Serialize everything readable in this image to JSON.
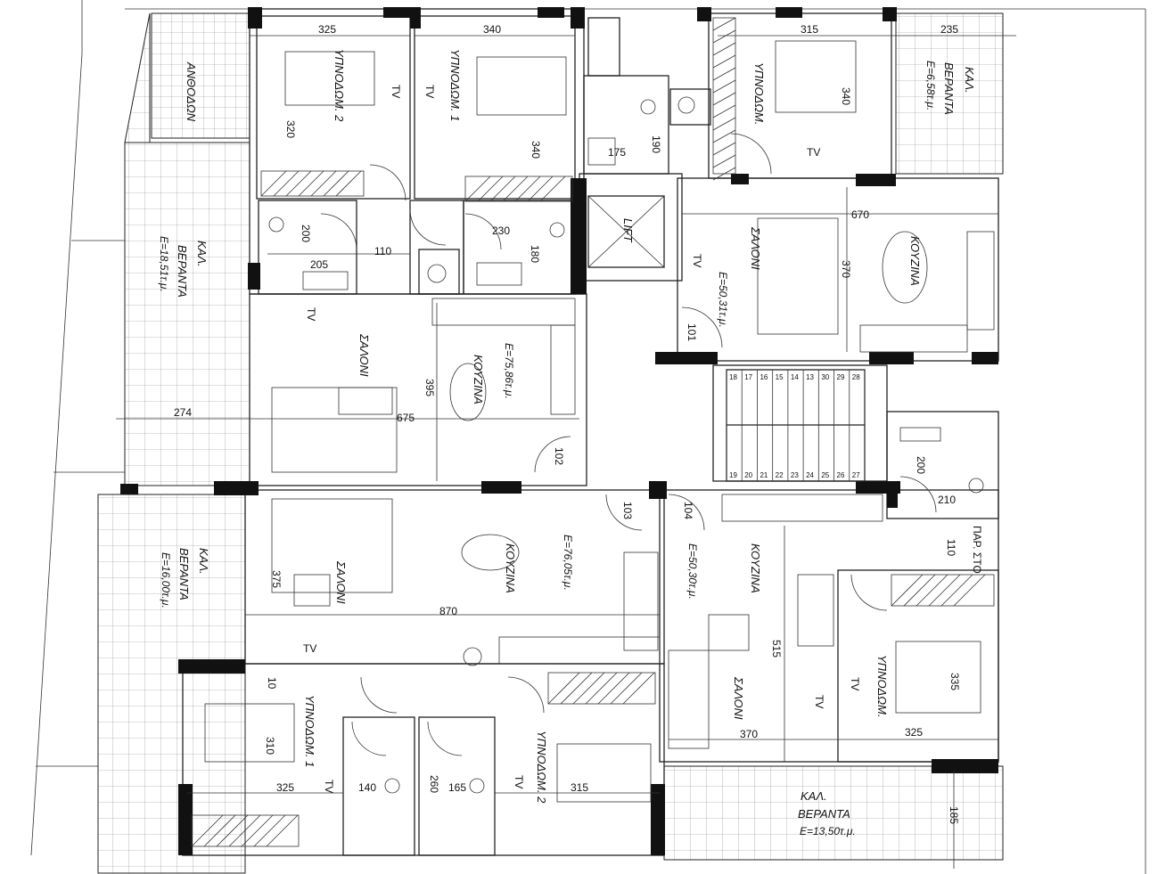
{
  "labels": {
    "planter": "ΑΝΘΟΔΩΝ",
    "veranda_nw_title": "ΚΑΛ.",
    "veranda_nw_name": "ΒΕΡΑΝΤΑ",
    "veranda_nw_area": "Ε=18,51τ.μ.",
    "veranda_ne_title": "ΚΑΛ.",
    "veranda_ne_name": "ΒΕΡΑΝΤΑ",
    "veranda_ne_area": "Ε=6,58τ.μ.",
    "veranda_sw_title": "ΚΑΛ.",
    "veranda_sw_name": "ΒΕΡΑΝΤΑ",
    "veranda_sw_area": "Ε=16,00τ.μ.",
    "veranda_se_title": "ΚΑΛ.",
    "veranda_se_name": "ΒΕΡΑΝΤΑ",
    "veranda_se_area": "Ε=13,50τ.μ.",
    "bed2_a": "ΥΠΝΟΔΩΜ. 2",
    "bed1_a": "ΥΠΝΟΔΩΜ. 1",
    "bed_ne": "ΥΠΝΟΔΩΜ.",
    "bed1_sw": "ΥΠΝΟΔΩΜ. 1",
    "bed2_sw": "ΥΠΝΟΔΩΜ. 2",
    "bed_se": "ΥΠΝΟΔΩΜ.",
    "saloni_a": "ΣΑΛΟΝΙ",
    "kitchen_a": "ΚΟΥΖΙΝΑ",
    "area_a": "Ε=75,86τ.μ.",
    "saloni_b": "ΣΑΛΟΝΙ",
    "kitchen_b": "ΚΟΥΖΙΝΑ",
    "area_b": "Ε=50,31τ.μ.",
    "saloni_c": "ΣΑΛΟΝΙ",
    "kitchen_c": "ΚΟΥΖΙΝΑ",
    "area_c": "Ε=76,05τ.μ.",
    "saloni_d": "ΣΑΛΟΝΙ",
    "kitchen_d": "ΚΟΥΖΙΝΑ",
    "area_d": "Ε=50,30τ.μ.",
    "lift": "LIFT",
    "tv": "TV",
    "door_101": "101",
    "door_102": "102",
    "door_103": "103",
    "door_104": "104",
    "elec_box": "ΠΑΡ. ΣΤΟ"
  },
  "dims": {
    "d325_top": "325",
    "d340_top": "340",
    "d315_top": "315",
    "d235_top": "235",
    "d320": "320",
    "d340_a": "340",
    "d340_ne": "340",
    "d175": "175",
    "d190": "190",
    "d200_a": "200",
    "d205": "205",
    "d110_a": "110",
    "d230": "230",
    "d180": "180",
    "d670": "670",
    "d370_b": "370",
    "d274": "274",
    "d675": "675",
    "d395": "395",
    "d200_b": "200",
    "d210": "210",
    "d110_b": "110",
    "d375": "375",
    "d870": "870",
    "d515": "515",
    "d370_d": "370",
    "d335": "335",
    "d325_se": "325",
    "d10": "10",
    "d310": "310",
    "d325_sw": "325",
    "d140": "140",
    "d260": "260",
    "d165": "165",
    "d315_sw": "315",
    "d185": "185"
  },
  "stairs": {
    "top": [
      "18",
      "17",
      "16",
      "15",
      "14",
      "13",
      "30",
      "29",
      "28"
    ],
    "bottom": [
      "19",
      "20",
      "21",
      "22",
      "23",
      "24",
      "25",
      "26",
      "27"
    ]
  }
}
